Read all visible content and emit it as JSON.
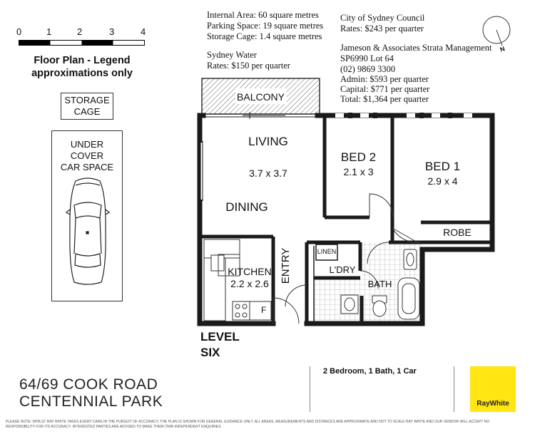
{
  "scale": {
    "ticks": [
      "0",
      "1",
      "2",
      "3",
      "4"
    ]
  },
  "legend": {
    "line1": "Floor Plan - Legend",
    "line2": "approximations only"
  },
  "storage_cage": {
    "line1": "STORAGE",
    "line2": "CAGE"
  },
  "car_space": {
    "line1": "UNDER",
    "line2": "COVER",
    "line3": "CAR SPACE"
  },
  "areas": {
    "internal": "Internal Area: 60 square metres",
    "parking": "Parking Space: 19 square metres",
    "storage": "Storage Cage: 1.4 square metres"
  },
  "water": {
    "name": "Sydney Water",
    "rates": "Rates: $150 per quarter"
  },
  "council": {
    "name": "City of Sydney Council",
    "rates": "Rates: $243 per quarter"
  },
  "strata": {
    "name": "Jameson & Associates Strata Management",
    "lot": "SP6990 Lot 64",
    "phone": "(02) 9869 3300",
    "admin": "Admin: $593 per quarter",
    "capital": "Capital: $771 per quarter",
    "total": "Total: $1,364 per quarter"
  },
  "compass": {
    "label": "N"
  },
  "rooms": {
    "balcony": "BALCONY",
    "living": "LIVING",
    "living_dims": "3.7 x 3.7",
    "dining": "DINING",
    "bed2": "BED 2",
    "bed2_dims": "2.1 x 3",
    "bed1": "BED 1",
    "bed1_dims": "2.9 x 4",
    "robe": "ROBE",
    "kitchen": "KITCHEN",
    "kitchen_dims": "2.2 x 2.6",
    "fridge": "F",
    "entry": "ENTRY",
    "linen": "LINEN",
    "laundry": "L'DRY",
    "bath": "BATH"
  },
  "level": {
    "line1": "LEVEL",
    "line2": "SIX"
  },
  "address": {
    "line1": "64/69 COOK ROAD",
    "line2": "CENTENNIAL PARK"
  },
  "summary": "2 Bedroom, 1 Bath, 1 Car",
  "brand": {
    "name": "RayWhite",
    "color": "#FFE512"
  },
  "disclaimer": {
    "line1": "PLEASE NOTE: WHILST RAY WHITE TAKES EVERY CARE IN THE PURSUIT OF ACCURACY, THE PLAN IS SHOWN FOR GENERAL GUIDANCE ONLY. ALL AREAS, MEASUREMENTS AND DISTANCES ARE APPROXIMATE AND NOT TO SCALE RAY WHITE AND OUR VENDOR WILL ACCEPT NO",
    "line2": "RESPONSIBILITY FOR ITS ACCURACY. INTERESTED PARTIES ARE ADVISED TO MAKE THEIR OWN INDEPENDENT ENQUIRIES"
  }
}
